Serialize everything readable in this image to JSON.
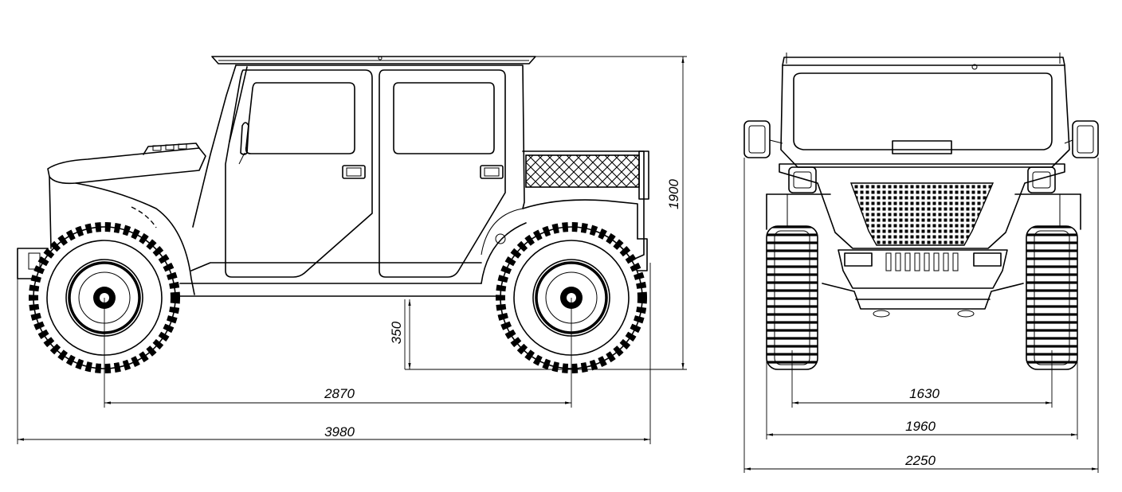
{
  "dimensions": {
    "length_total": "3980",
    "wheelbase": "2870",
    "ground_clearance": "350",
    "height_total": "1900",
    "track_width": "1630",
    "body_width": "1960",
    "width_with_mirrors": "2250"
  }
}
